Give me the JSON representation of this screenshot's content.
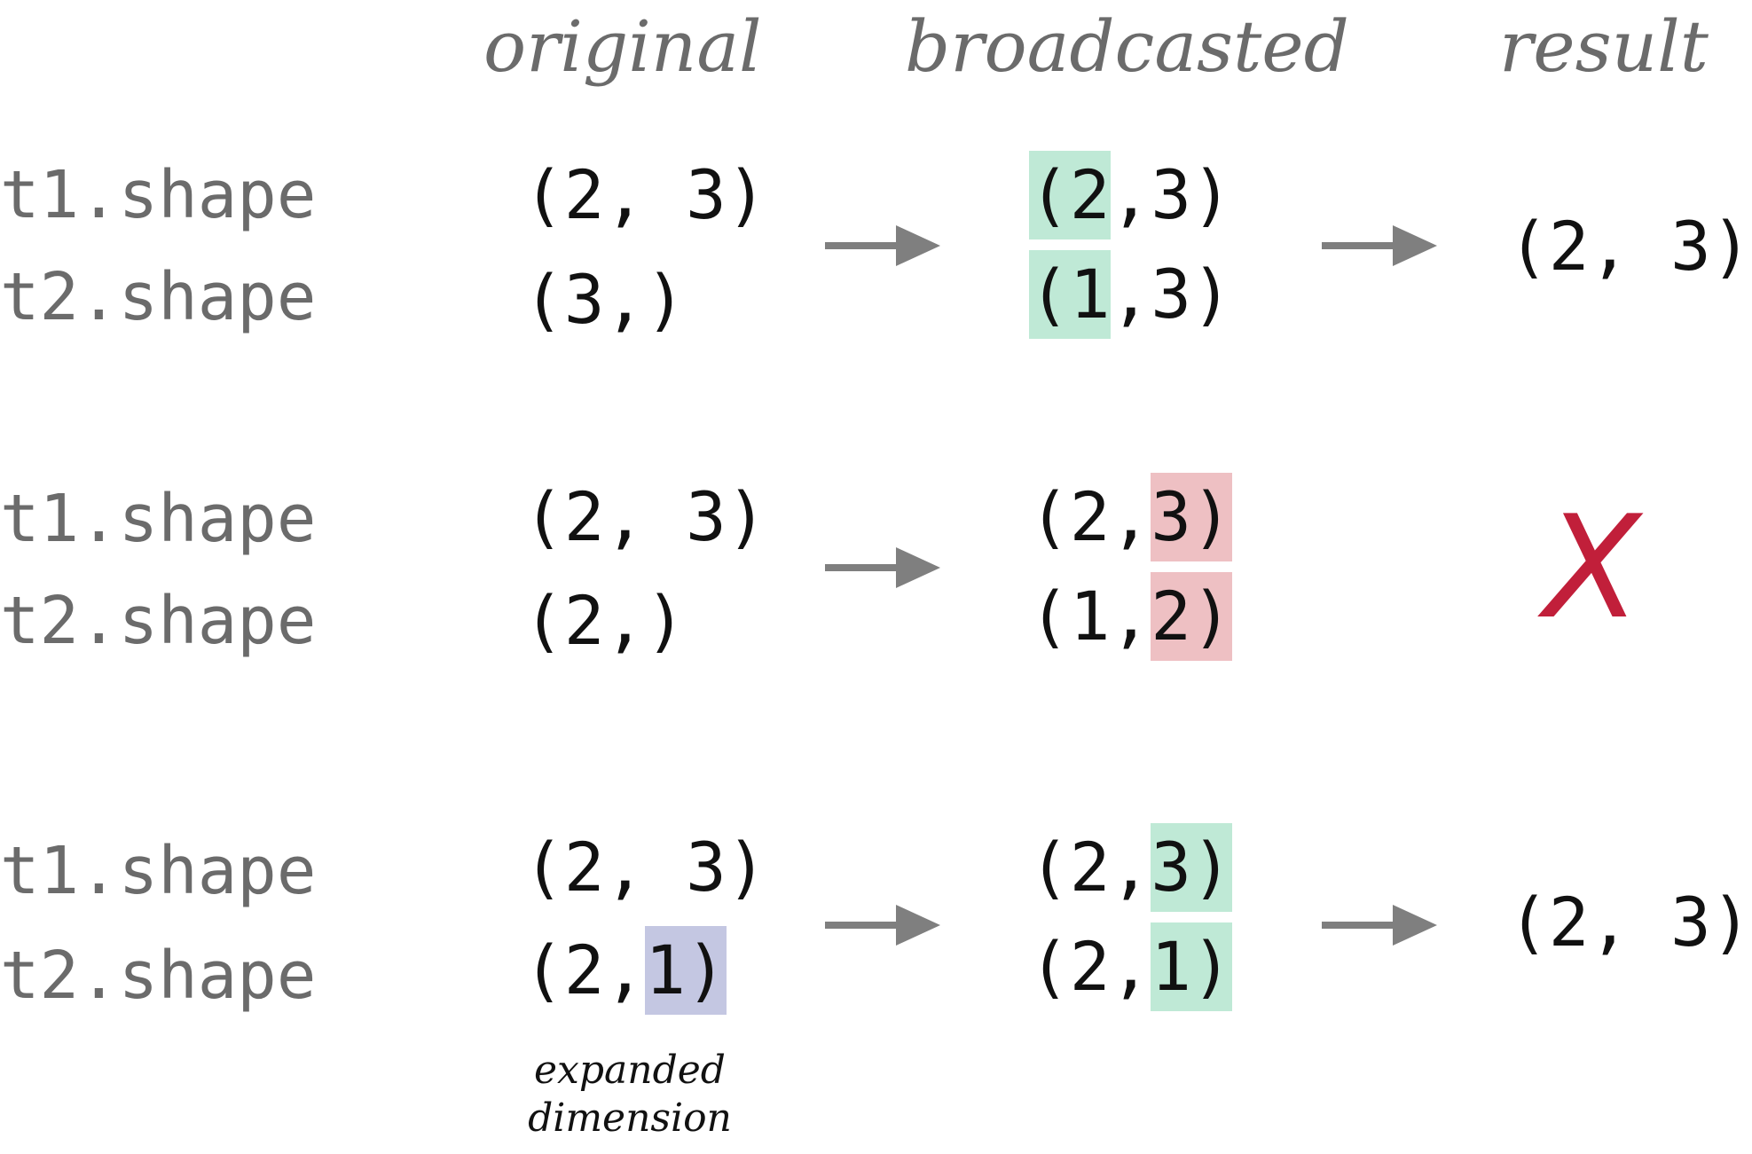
{
  "headers": {
    "original": "original",
    "broadcasted": "broadcasted",
    "result": "result"
  },
  "rows": [
    {
      "t1_label": "t1.shape",
      "t2_label": "t2.shape",
      "original": {
        "t1": [
          "(2, 3)"
        ],
        "t2": [
          "(3,)"
        ]
      },
      "broadcasted": {
        "t1": {
          "open": "(",
          "a": "2",
          "sep": ", ",
          "b": "3",
          "close": ")"
        },
        "t2": {
          "open": "(",
          "a": "1",
          "sep": ", ",
          "b": "3",
          "close": ")"
        }
      },
      "result": "(2, 3)"
    },
    {
      "t1_label": "t1.shape",
      "t2_label": "t2.shape",
      "original": {
        "t1": [
          "(2, 3)"
        ],
        "t2": [
          "(2,)"
        ]
      },
      "broadcasted": {
        "t1": {
          "open": "(",
          "a": "2",
          "sep": ", ",
          "b": "3",
          "close": ")"
        },
        "t2": {
          "open": "(",
          "a": "1",
          "sep": ", ",
          "b": "2",
          "close": ")"
        }
      },
      "result_symbol": "X"
    },
    {
      "t1_label": "t1.shape",
      "t2_label": "t2.shape",
      "original": {
        "t1": [
          "(2, 3)"
        ],
        "t2": {
          "open": "(",
          "a": "2",
          "sep": ", ",
          "b": "1",
          "close": ")"
        }
      },
      "broadcasted": {
        "t1": {
          "open": "(",
          "a": "2",
          "sep": ", ",
          "b": "3",
          "close": ")"
        },
        "t2": {
          "open": "(",
          "a": "2",
          "sep": ", ",
          "b": "1",
          "close": ")"
        }
      },
      "result": "(2, 3)",
      "note_line1": "expanded",
      "note_line2": "dimension"
    }
  ],
  "colors": {
    "highlight_match": "#bfe9d6",
    "highlight_mismatch": "#eec0c3",
    "highlight_expanded": "#c4c7e2",
    "error_mark": "#c11f3a",
    "arrow": "#7f7f7f"
  }
}
